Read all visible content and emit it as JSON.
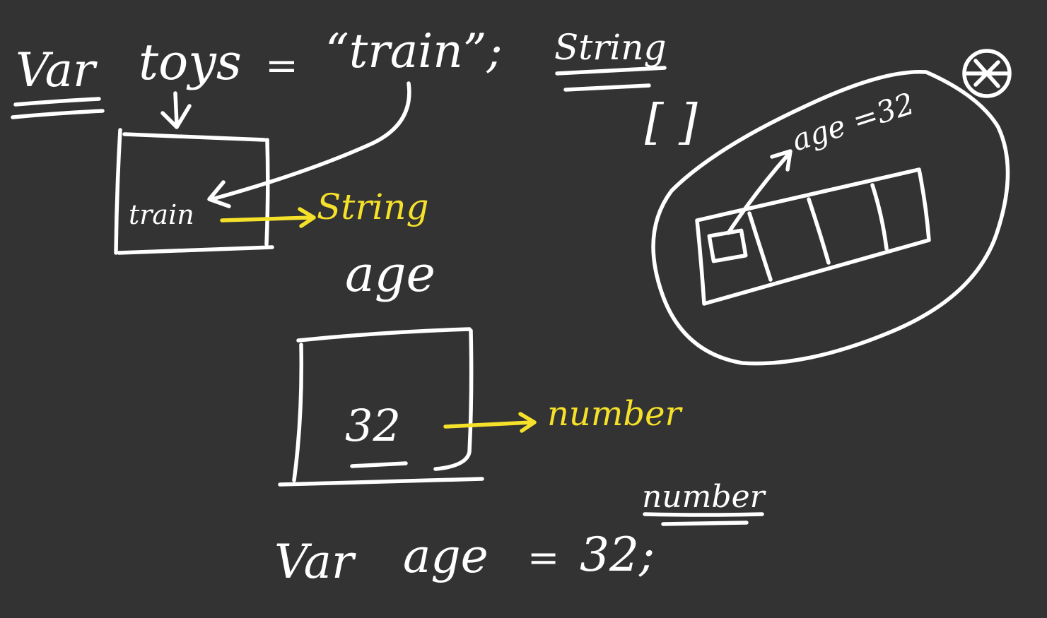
{
  "colors": {
    "background": "#333333",
    "ink_white": "#ffffff",
    "ink_yellow": "#f5e12a"
  },
  "notes": {
    "line1": {
      "keyword": "Var",
      "name": "toys",
      "equals": "=",
      "value": "“train”;",
      "type_label": "String"
    },
    "toys_box": {
      "content": "train",
      "type_label": "String"
    },
    "age_box": {
      "title": "age",
      "content": "32",
      "type_label": "number"
    },
    "line2": {
      "keyword": "Var",
      "name": "age",
      "equals": "=",
      "value": "32;",
      "type_label": "number"
    },
    "memory": {
      "bracket": "[ ]",
      "annotation": "age =32"
    }
  }
}
